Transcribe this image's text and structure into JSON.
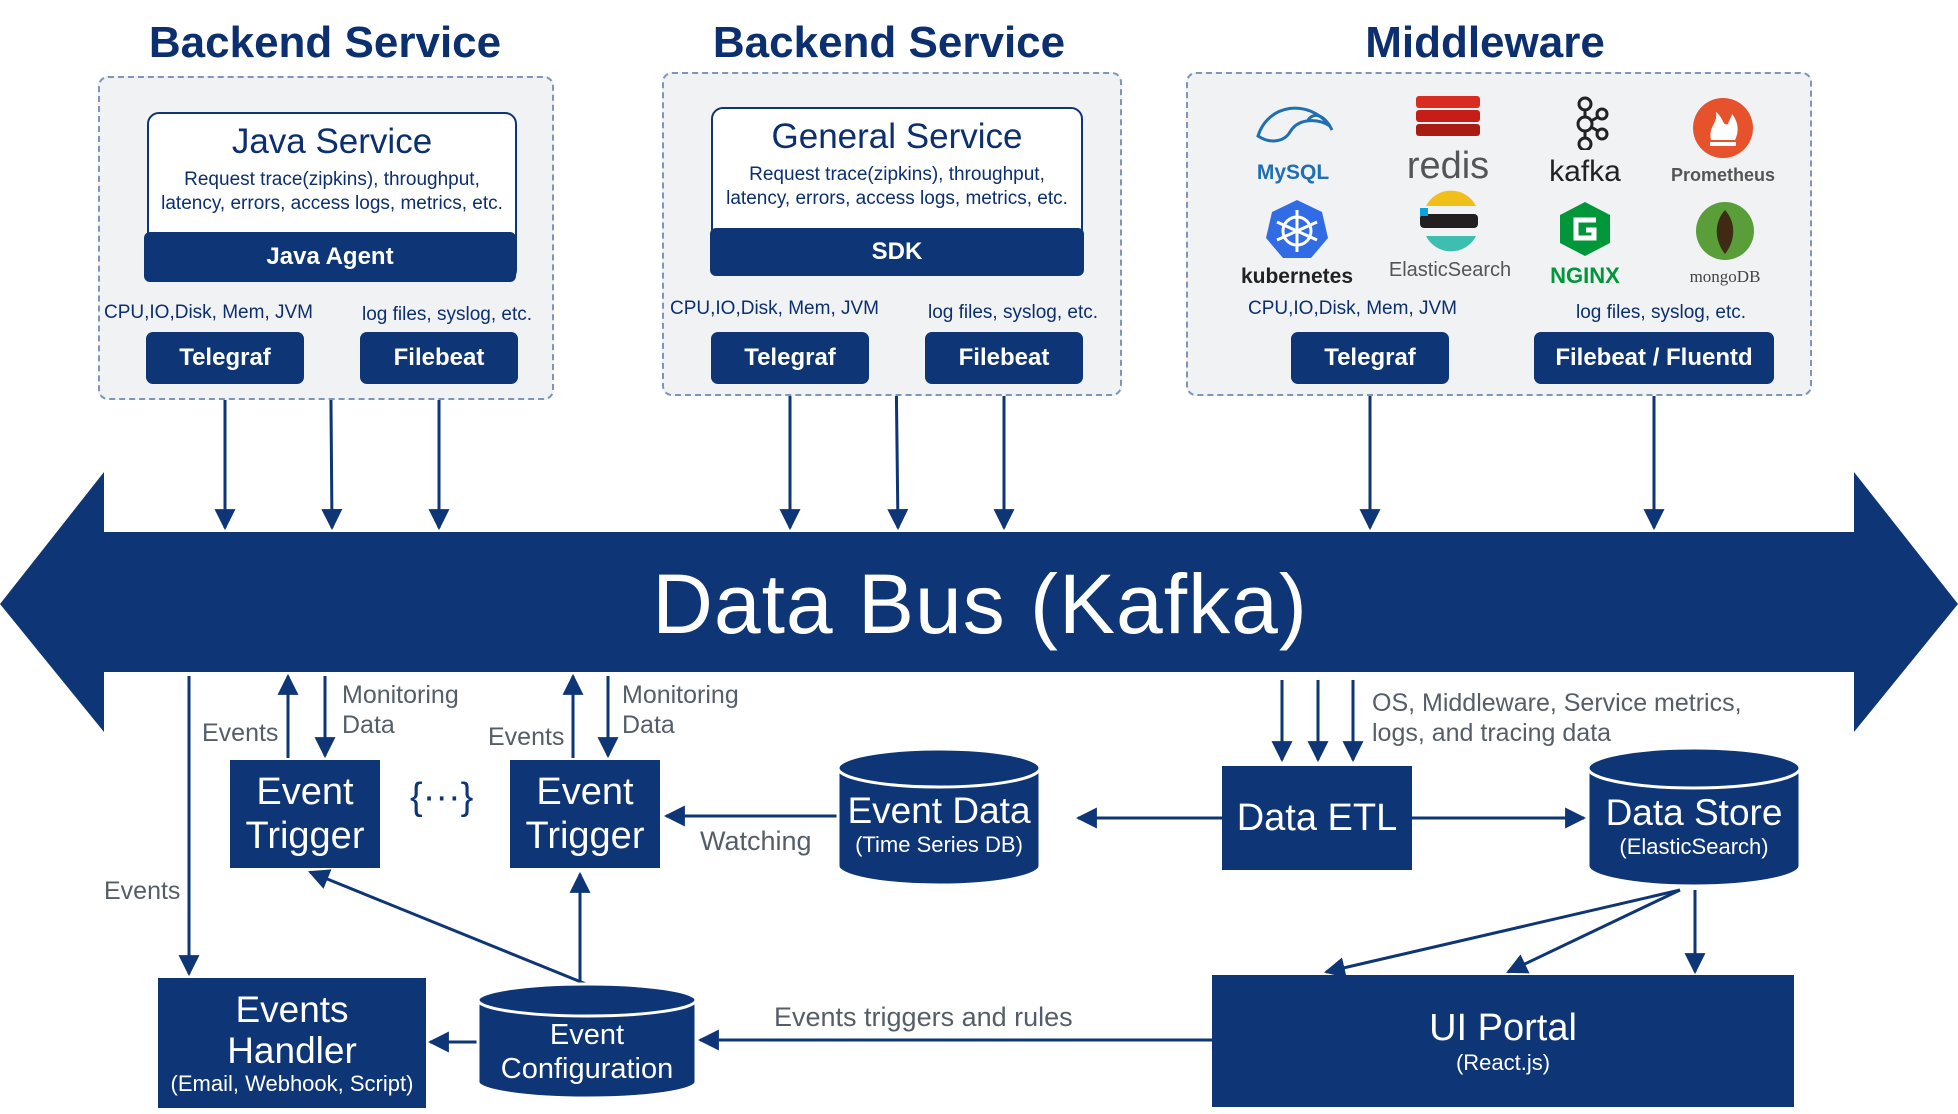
{
  "groups": {
    "java": {
      "heading": "Backend Service",
      "service_title": "Java Service",
      "service_desc_1": "Request trace(zipkins), throughput,",
      "service_desc_2": "latency, errors, access logs, metrics, etc.",
      "agent": "Java Agent",
      "left_caption": "CPU,IO,Disk, Mem, JVM",
      "right_caption": "log files, syslog, etc.",
      "left_collector": "Telegraf",
      "right_collector": "Filebeat"
    },
    "general": {
      "heading": "Backend Service",
      "service_title": "General Service",
      "service_desc_1": "Request trace(zipkins), throughput,",
      "service_desc_2": "latency, errors, access logs, metrics, etc.",
      "agent": "SDK",
      "left_caption": "CPU,IO,Disk, Mem, JVM",
      "right_caption": "log files, syslog, etc.",
      "left_collector": "Telegraf",
      "right_collector": "Filebeat"
    },
    "middleware": {
      "heading": "Middleware",
      "logos": [
        "MySQL",
        "redis",
        "kafka",
        "Prometheus",
        "kubernetes",
        "ElasticSearch",
        "NGINX",
        "mongoDB"
      ],
      "left_caption": "CPU,IO,Disk, Mem, JVM",
      "right_caption": "log files, syslog, etc.",
      "left_collector": "Telegraf",
      "right_collector": "Filebeat / Fluentd"
    }
  },
  "bus": {
    "label": "Data Bus (Kafka)"
  },
  "labels": {
    "events_1": "Events",
    "monitoring_1a": "Monitoring",
    "monitoring_1b": "Data",
    "events_2": "Events",
    "monitoring_2a": "Monitoring",
    "monitoring_2b": "Data",
    "events_left": "Events",
    "etl_in_1": "OS, Middleware, Service metrics,",
    "etl_in_2": "logs, and tracing data",
    "watching": "Watching",
    "rules": "Events triggers and rules",
    "ellipsis": "{···}"
  },
  "boxes": {
    "trigger1_a": "Event",
    "trigger1_b": "Trigger",
    "trigger2_a": "Event",
    "trigger2_b": "Trigger",
    "event_data": "Event Data",
    "event_data_sub": "(Time Series DB)",
    "etl": "Data ETL",
    "store": "Data Store",
    "store_sub": "(ElasticSearch)",
    "handler_a": "Events",
    "handler_b": "Handler",
    "handler_sub": "(Email, Webhook, Script)",
    "config_a": "Event",
    "config_b": "Configuration",
    "portal": "UI Portal",
    "portal_sub": "(React.js)"
  },
  "colors": {
    "navy": "#0e3575",
    "group_bg": "#f1f2f4",
    "dash": "#7f96b9",
    "caption_gray": "#555e68"
  }
}
